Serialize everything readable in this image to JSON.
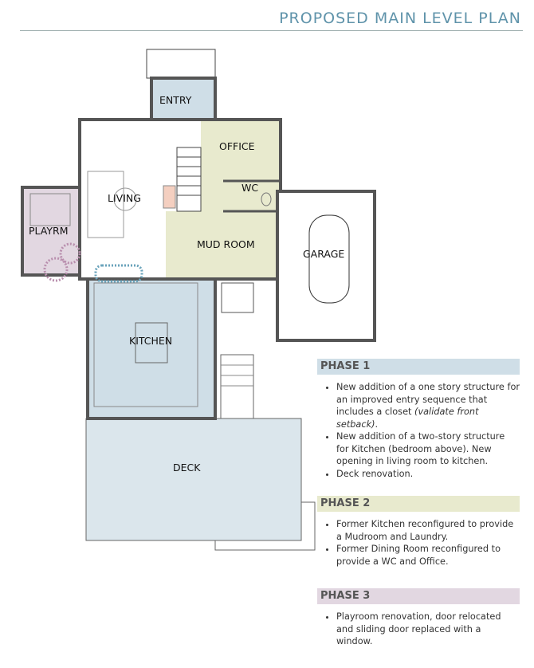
{
  "title": "PROPOSED MAIN LEVEL PLAN",
  "rooms": {
    "entry": "ENTRY",
    "office": "OFFICE",
    "living": "LIVING",
    "wc": "WC",
    "playroom": "PLAYRM",
    "mud_room": "MUD ROOM",
    "garage": "GARAGE",
    "kitchen": "KITCHEN",
    "deck": "DECK"
  },
  "colors": {
    "phase1": "#cfdee7",
    "phase2": "#e8eace",
    "phase3": "#e2d7e1",
    "title": "#5f93aa"
  },
  "phases": [
    {
      "title": "PHASE 1",
      "items": [
        {
          "text": "New addition of a one story structure for an improved entry sequence that includes a closet ",
          "note": "(validate front setback)",
          "end": "."
        },
        {
          "text": "New addition of a two-story structure for Kitchen (bedroom above). New opening in living room to kitchen."
        },
        {
          "text": "Deck renovation."
        }
      ]
    },
    {
      "title": "PHASE 2",
      "items": [
        {
          "text": "Former Kitchen reconfigured to provide a Mudroom and Laundry."
        },
        {
          "text": "Former Dining Room reconfigured to provide a WC and Office."
        }
      ]
    },
    {
      "title": "PHASE 3",
      "items": [
        {
          "text": "Playroom renovation, door relocated and sliding door replaced with a window."
        }
      ]
    }
  ]
}
